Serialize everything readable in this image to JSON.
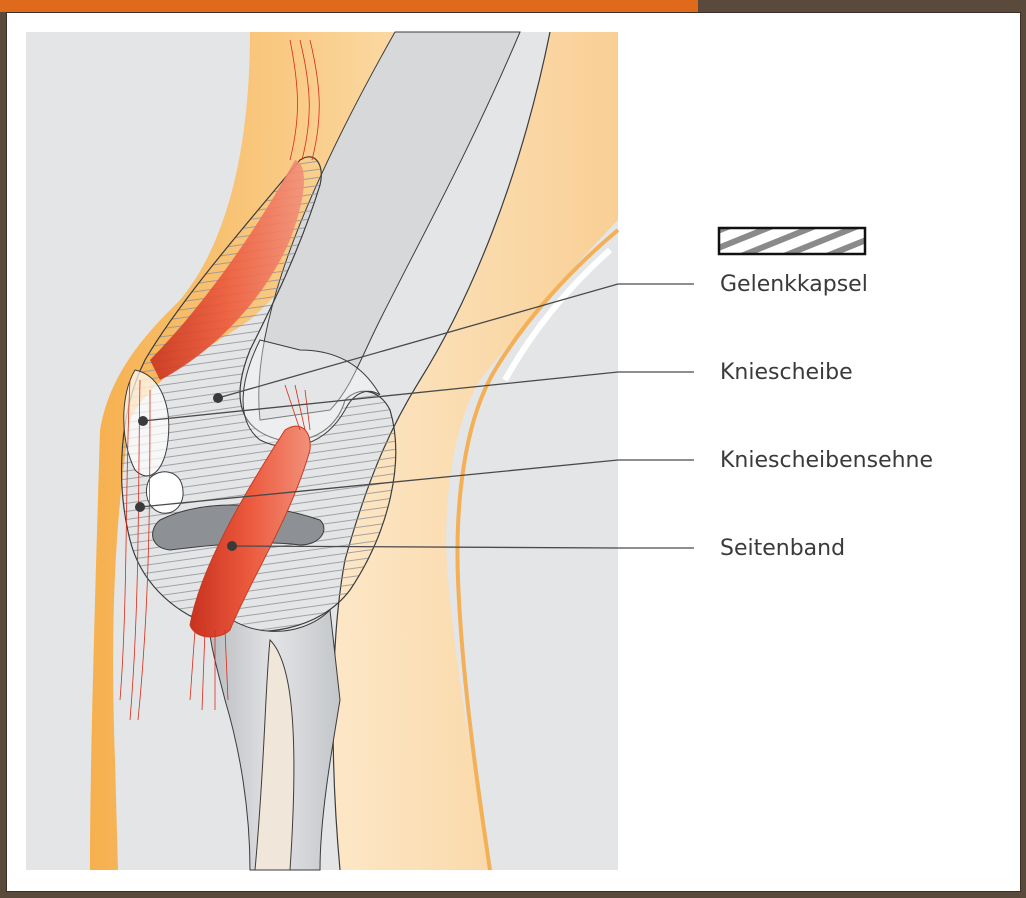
{
  "colors": {
    "frame": "#5a4a3c",
    "accent": "#e06a1c",
    "skin": "#f8c47e",
    "muscle": "#d9402a",
    "bone": "#c9cbce",
    "background_panel": "#e4e5e6"
  },
  "legend": {
    "hatch_symbol_icon": "diagonal-hatch"
  },
  "labels": [
    {
      "id": "gelenkkapsel",
      "text": "Gelenkkapsel"
    },
    {
      "id": "kniescheibe",
      "text": "Kniescheibe"
    },
    {
      "id": "kniescheibensehne",
      "text": "Kniescheibensehne"
    },
    {
      "id": "seitenband",
      "text": "Seitenband"
    }
  ]
}
